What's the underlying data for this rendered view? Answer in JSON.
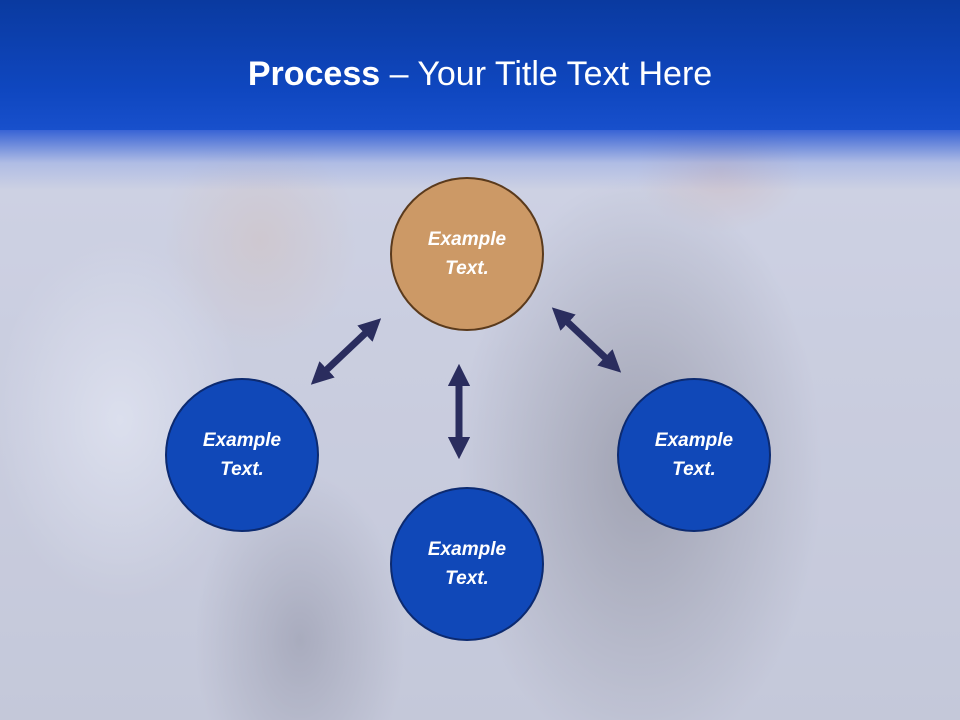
{
  "slide": {
    "title_bold": "Process",
    "title_rest": " – Your Title Text Here"
  },
  "nodes": {
    "top": {
      "line1": "Example",
      "line2": "Text."
    },
    "left": {
      "line1": "Example",
      "line2": "Text."
    },
    "right": {
      "line1": "Example",
      "line2": "Text."
    },
    "bottom": {
      "line1": "Example",
      "line2": "Text."
    }
  },
  "colors": {
    "header_blue": "#0f47c0",
    "circle_blue": "#1048b8",
    "circle_orange": "#cc9966",
    "arrow": "#2a2d5e"
  }
}
